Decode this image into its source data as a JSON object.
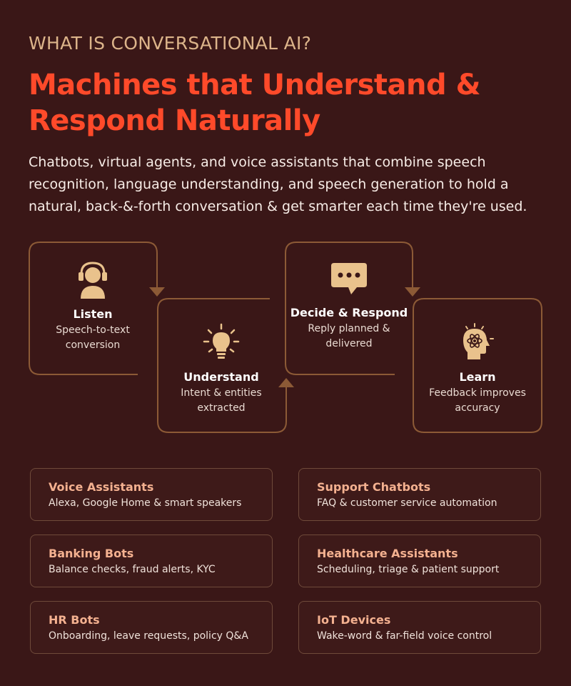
{
  "header": {
    "eyebrow": "WHAT IS CONVERSATIONAL AI?",
    "headline_line1": "Machines that Understand &",
    "headline_line2": "Respond Naturally",
    "intro": "Chatbots, virtual agents, and voice assistants that combine speech recognition, language understanding, and speech generation to hold a natural, back-&-forth conversation & get smarter each time they're used."
  },
  "steps": [
    {
      "title": "Listen",
      "desc_line1": "Speech-to-text",
      "desc_line2": "conversion",
      "icon": "headset-user-icon"
    },
    {
      "title": "Understand",
      "desc_line1": "Intent & entities",
      "desc_line2": "extracted",
      "icon": "lightbulb-icon"
    },
    {
      "title": "Decide & Respond",
      "desc_line1": "Reply planned &",
      "desc_line2": "delivered",
      "icon": "chat-bubble-icon"
    },
    {
      "title": "Learn",
      "desc_line1": "Feedback improves",
      "desc_line2": "accuracy",
      "icon": "brain-head-icon"
    }
  ],
  "use_cases": [
    {
      "title": "Voice Assistants",
      "desc": "Alexa, Google Home & smart speakers"
    },
    {
      "title": "Support Chatbots",
      "desc": "FAQ & customer service automation"
    },
    {
      "title": "Banking Bots",
      "desc": "Balance checks, fraud alerts, KYC"
    },
    {
      "title": "Healthcare Assistants",
      "desc": "Scheduling, triage & patient support"
    },
    {
      "title": "HR Bots",
      "desc": "Onboarding, leave requests, policy Q&A"
    },
    {
      "title": "IoT Devices",
      "desc": "Wake-word & far-field voice control"
    }
  ],
  "colors": {
    "background": "#3a1717",
    "accent": "#ff4a2a",
    "eyebrow": "#dcb48a",
    "connector": "#8c5a36",
    "icon": "#e9c28c",
    "card_title": "#f4b190"
  }
}
